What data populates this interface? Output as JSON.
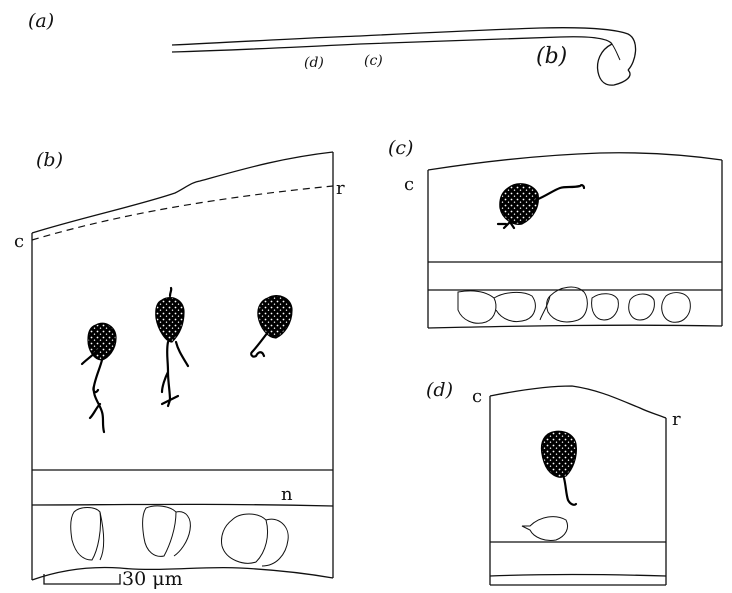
{
  "panel_a": {
    "label": "(a)",
    "inner_labels": {
      "d": "(d)",
      "c": "(c)",
      "b": "(b)"
    }
  },
  "panel_b": {
    "label": "(b)",
    "caudal": "c",
    "rostral": "r",
    "notochord": "n",
    "scale_bar": "30 μm"
  },
  "panel_c": {
    "label": "(c)",
    "caudal": "c"
  },
  "panel_d": {
    "label": "(d)",
    "caudal": "c",
    "rostral": "r"
  },
  "colors": {
    "ink": "#111111",
    "paper": "#ffffff"
  }
}
